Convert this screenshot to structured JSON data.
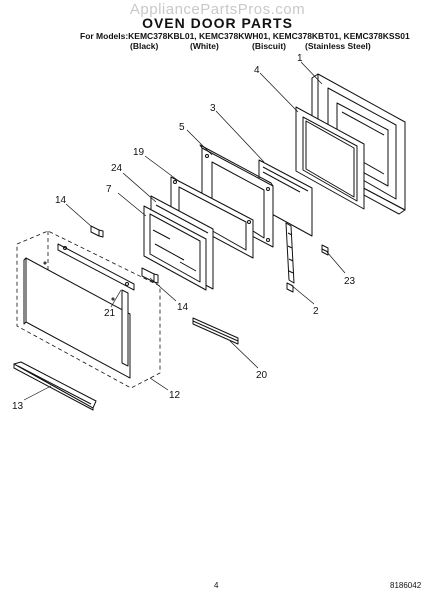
{
  "header": {
    "watermark": "AppliancePartsPros.com",
    "title": "OVEN DOOR PARTS",
    "models_line": "For Models:KEMC378KBL01, KEMC378KWH01, KEMC378KBT01, KEMC378KSS01",
    "finishes": [
      "(Black)",
      "(White)",
      "(Biscuit)",
      "(Stainless Steel)"
    ]
  },
  "callouts": [
    "1",
    "4",
    "3",
    "5",
    "19",
    "24",
    "7",
    "14",
    "14",
    "21",
    "2",
    "23",
    "20",
    "13",
    "12"
  ],
  "footer": {
    "page_number": "4",
    "document_number": "8186042"
  }
}
